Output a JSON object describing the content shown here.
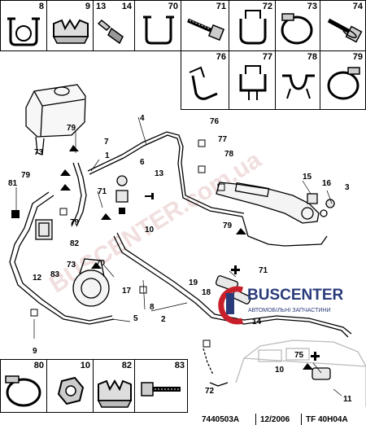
{
  "top_parts": [
    {
      "number": "8",
      "icon": "clip-icon"
    },
    {
      "number": "9",
      "icon": "clamp-block-icon"
    },
    {
      "number": "13",
      "icon": "stud-icon"
    },
    {
      "number": "14",
      "icon": "spacer-nut-icon"
    },
    {
      "number": "70",
      "icon": "clip-icon"
    },
    {
      "number": "71",
      "icon": "bolt-icon"
    },
    {
      "number": "72",
      "icon": "bracket-clip-icon"
    },
    {
      "number": "73",
      "icon": "hose-clamp-icon"
    },
    {
      "number": "74",
      "icon": "flange-bolt-icon"
    }
  ],
  "second_parts": [
    {
      "number": "76",
      "icon": "clip-icon"
    },
    {
      "number": "77",
      "icon": "bracket-clip-icon"
    },
    {
      "number": "78",
      "icon": "saddle-clip-icon"
    },
    {
      "number": "79",
      "icon": "hose-clamp-icon"
    }
  ],
  "bottom_parts": [
    {
      "number": "80",
      "icon": "hose-clamp-icon"
    },
    {
      "number": "10",
      "icon": "hex-nut-icon"
    },
    {
      "number": "82",
      "icon": "clamp-block-icon"
    },
    {
      "number": "83",
      "icon": "bolt-icon"
    }
  ],
  "callouts": {
    "c1": "1",
    "c2": "2",
    "c3": "3",
    "c4": "4",
    "c5": "5",
    "c6": "6",
    "c7": "7",
    "c8": "8",
    "c9": "9",
    "c10a": "10",
    "c10b": "10",
    "c11": "11",
    "c12": "12",
    "c13": "13",
    "c14": "14",
    "c15": "15",
    "c16": "16",
    "c17": "17",
    "c18": "18",
    "c19": "19",
    "c70": "70",
    "c71a": "71",
    "c71b": "71",
    "c72": "72",
    "c73a": "73",
    "c73b": "73",
    "c75": "75",
    "c76": "76",
    "c77": "77",
    "c78": "78",
    "c79a": "79",
    "c79b": "79",
    "c79c": "79",
    "c79d": "79",
    "c81": "81",
    "c82": "82",
    "c83": "83"
  },
  "watermark": "BUSCENTER.com.ua",
  "logo": {
    "name": "BUSCENTER",
    "subtitle": "АВТОМОБІЛЬНІ ЗАПЧАСТИНИ"
  },
  "footer": {
    "code": "7440503A",
    "date": "12/2006",
    "model": "TF 40H04A"
  },
  "colors": {
    "logo_blue": "#2a3b7a",
    "logo_red": "#c8202a",
    "watermark": "#e2b8b8"
  }
}
